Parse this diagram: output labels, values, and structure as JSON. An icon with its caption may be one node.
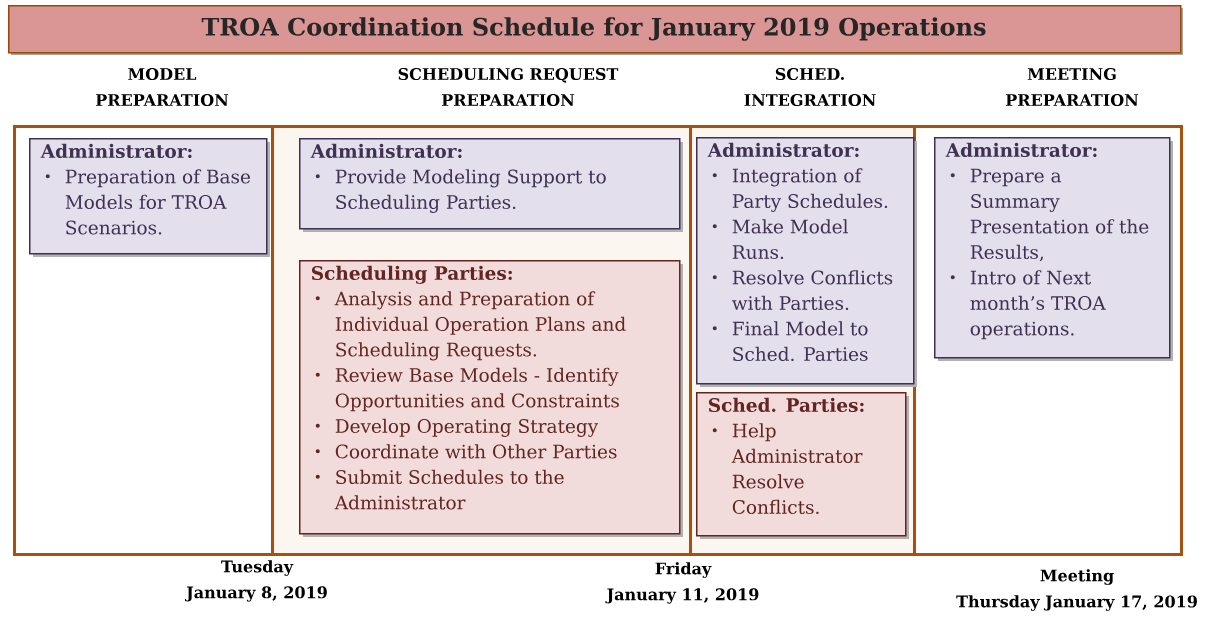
{
  "diagram": {
    "title": "TROA Coordination Schedule for January 2019 Operations",
    "nodes": [
      {
        "text": [
          "MODEL PREPARATION"
        ]
      },
      {
        "text": [
          "SCHEDULING REQUEST PREPARATION"
        ]
      },
      {
        "text": [
          "SCHED. INTEGRATION"
        ]
      },
      {
        "text": [
          "MEETING PREPARATION"
        ]
      },
      {
        "text": [
          "Administrator:",
          "Preparation of Base Models for TROA Scenarios."
        ],
        "in": 0
      },
      {
        "text": [
          "Administrator:",
          "Provide Modeling Support to Scheduling Parties."
        ],
        "in": 1
      },
      {
        "text": [
          "Scheduling Parties:",
          "Analysis and Preparation of Individual Operation Plans and Scheduling Requests.",
          "Review Base Models - Identify Opportunities and Constraints",
          "Develop Operating Strategy",
          "Coordinate with Other Parties",
          "Submit Schedules to the Administrator"
        ],
        "in": 1
      },
      {
        "text": [
          "Administrator:",
          "Integration of Party Schedules.",
          "Make Model Runs.",
          "Resolve Conflicts with Parties.",
          "Final Model to Sched. Parties"
        ],
        "in": 2
      },
      {
        "text": [
          "Sched. Parties:",
          "Help Administrator Resolve Conflicts."
        ],
        "in": 2
      },
      {
        "text": [
          "Administrator:",
          "Prepare a Summary Presentation of the Results,",
          "Intro of Next month’s TROA operations."
        ],
        "in": 3
      }
    ],
    "labels": [
      "Tuesday",
      "January 8, 2019",
      "Friday",
      "January 11, 2019",
      "Meeting",
      "Thursday January 17, 2019"
    ]
  }
}
